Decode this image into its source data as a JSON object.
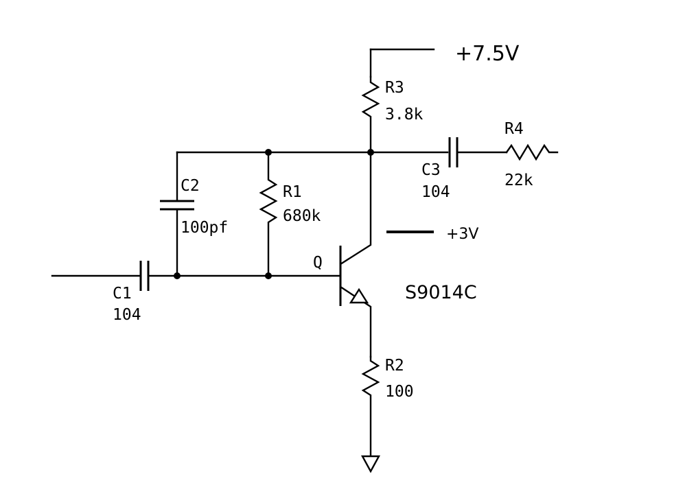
{
  "supply": {
    "label": "+7.5V"
  },
  "bias_note": {
    "label": "+3V"
  },
  "transistor": {
    "ref": "Q",
    "part": "S9014C"
  },
  "components": {
    "r1": {
      "ref": "R1",
      "value": "680k"
    },
    "r2": {
      "ref": "R2",
      "value": "100"
    },
    "r3": {
      "ref": "R3",
      "value": "3.8k"
    },
    "r4": {
      "ref": "R4",
      "value": "22k"
    },
    "c1": {
      "ref": "C1",
      "value": "104"
    },
    "c2": {
      "ref": "C2",
      "value": "100pf"
    },
    "c3": {
      "ref": "C3",
      "value": "104"
    }
  }
}
